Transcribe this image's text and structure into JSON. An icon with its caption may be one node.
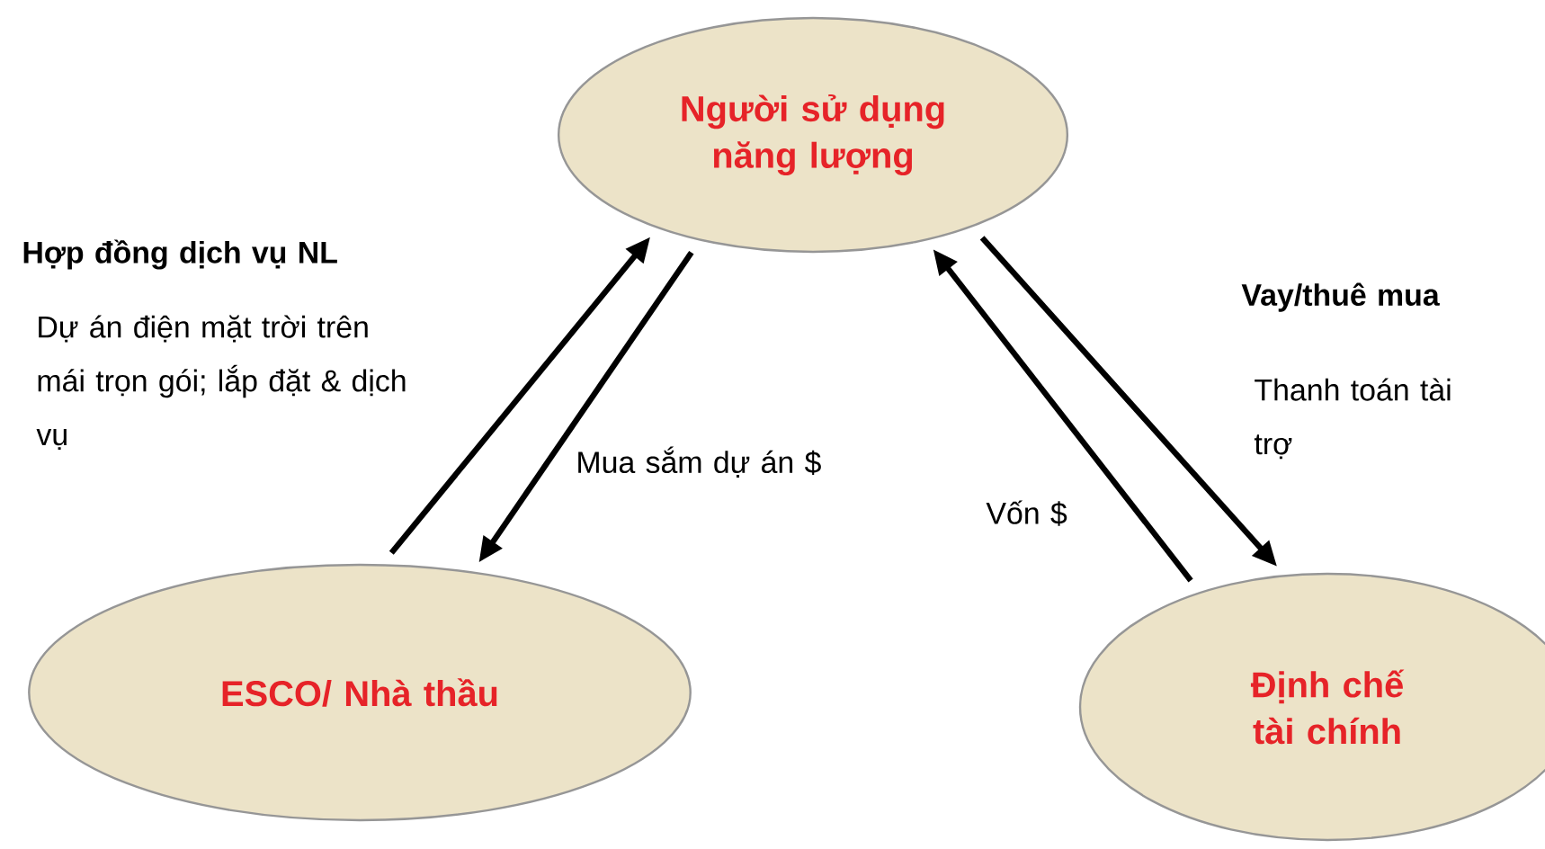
{
  "diagram": {
    "nodes": [
      {
        "text": [
          "Người sử dụng năng lượng"
        ]
      },
      {
        "text": [
          "ESCO/ Nhà thầu"
        ]
      },
      {
        "text": [
          "Định chế tài chính"
        ]
      }
    ],
    "edges": [
      {
        "from": 1,
        "to": 0,
        "arrow": "to"
      },
      {
        "from": 0,
        "to": 1,
        "arrow": "to"
      },
      {
        "from": 2,
        "to": 0,
        "arrow": "to"
      },
      {
        "from": 0,
        "to": 2,
        "arrow": "to"
      }
    ],
    "labels": [
      "Hợp đồng dịch vụ NL",
      "Dự án điện mặt trời trên mái trọn gói; lắp đặt & dịch vụ",
      "Mua sắm dự án $",
      "Vốn  $",
      "Vay/thuê mua",
      "Thanh toán tài trợ"
    ]
  }
}
